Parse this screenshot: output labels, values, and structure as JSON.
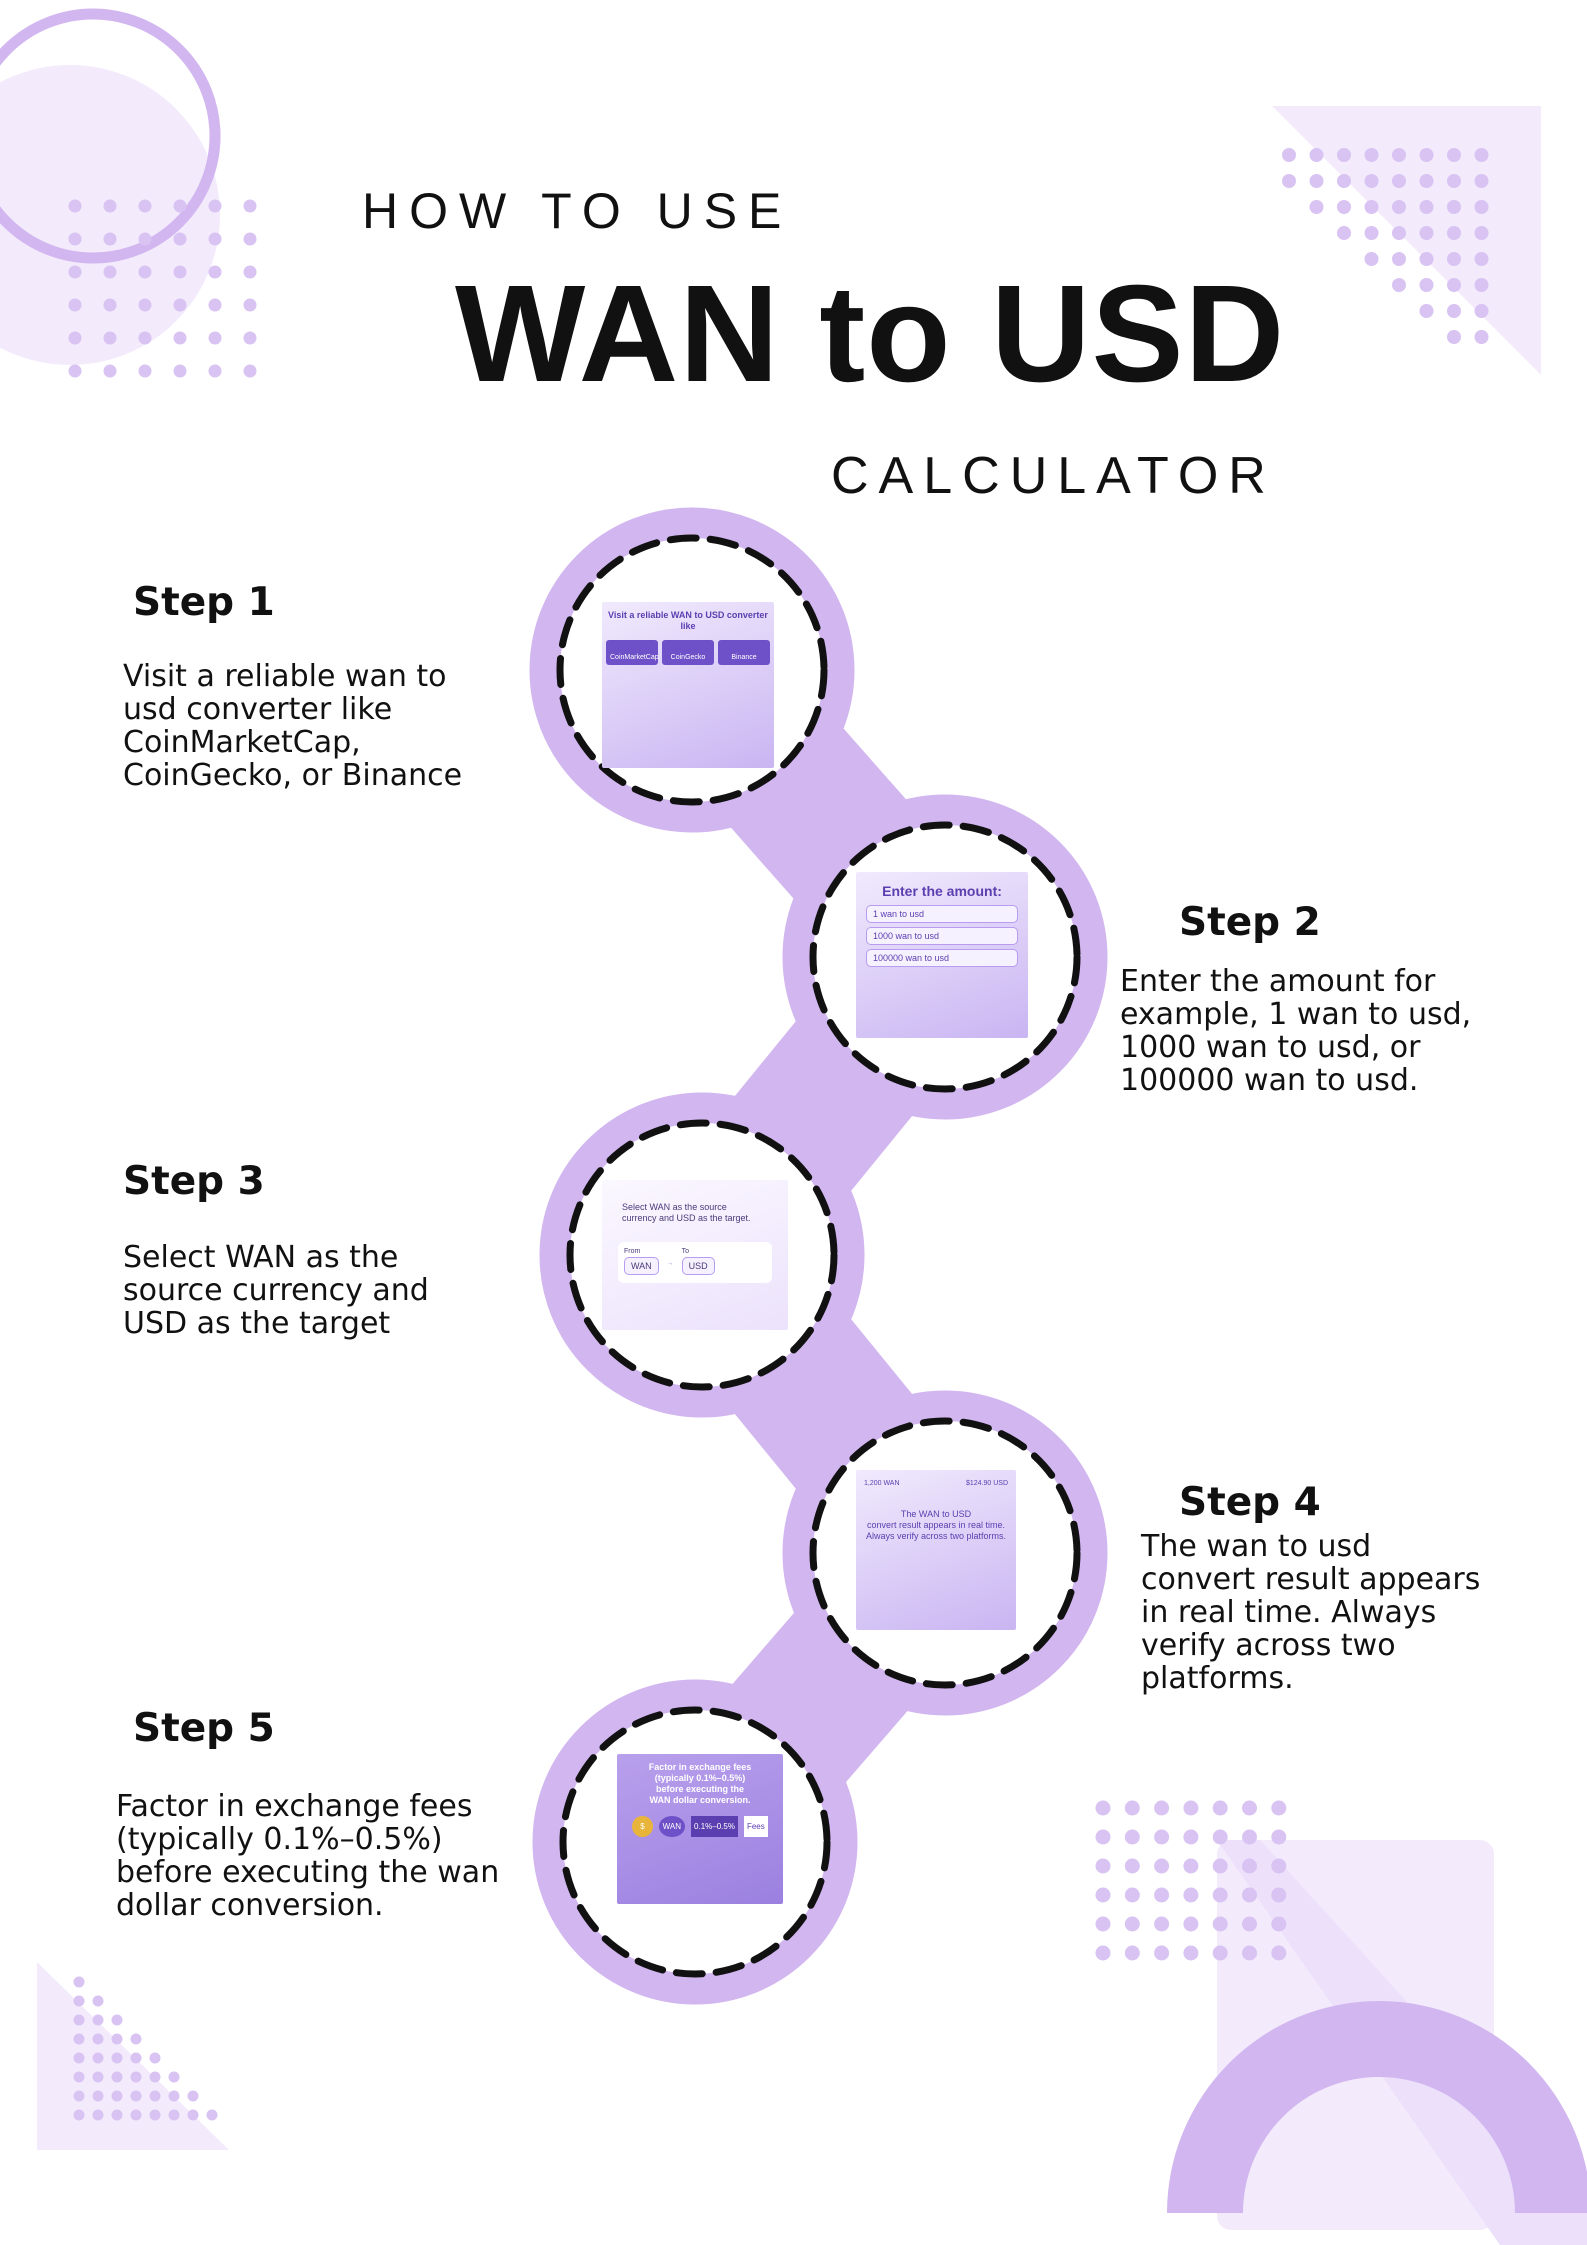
{
  "title": {
    "line1": "HOW TO USE",
    "line2": "WAN to USD",
    "line3": "CALCULATOR"
  },
  "colors": {
    "accent": "#d2b6f0",
    "light": "#f3eafc",
    "dots": "#d8c3f2",
    "dash": "#111111"
  },
  "steps": [
    {
      "title": "Step 1",
      "body": "Visit a reliable wan to\nusd converter like\nCoinMarketCap,\nCoinGecko, or Binance",
      "image": {
        "caption": "Visit a reliable WAN to USD converter like",
        "items": [
          "CoinMarketCap",
          "CoinGecko",
          "Binance"
        ]
      }
    },
    {
      "title": "Step 2",
      "body": "Enter the amount for\nexample, 1 wan to usd,\n1000 wan to usd, or\n100000 wan to usd.",
      "image": {
        "caption": "Enter the amount:",
        "items": [
          "1 wan to usd",
          "1000 wan to usd",
          "100000 wan to usd"
        ]
      }
    },
    {
      "title": "Step 3",
      "body": " Select WAN as the\nsource currency and\nUSD as the target",
      "image": {
        "caption": "Select WAN as the source\ncurrency and USD as the target.",
        "items": [
          "From",
          "WAN",
          "To",
          "USD"
        ]
      }
    },
    {
      "title": "Step 4",
      "body": "The wan to usd\nconvert result appears\nin real time. Always\nverify across two\nplatforms.",
      "image": {
        "caption": "The WAN to USD\nconvert result appears in real time.\nAlways verify across two platforms.",
        "items": [
          "1,200 WAN",
          "$124.90 USD"
        ]
      }
    },
    {
      "title": "Step 5",
      "body": "Factor in exchange fees\n(typically 0.1%–0.5%)\nbefore executing the wan\ndollar conversion.",
      "image": {
        "caption": "Factor in exchange fees\n(typically 0.1%–0.5%)\nbefore executing the\nWAN dollar conversion.",
        "items": [
          "WAN",
          "0.1%–0.5%",
          "Fees"
        ]
      }
    }
  ]
}
